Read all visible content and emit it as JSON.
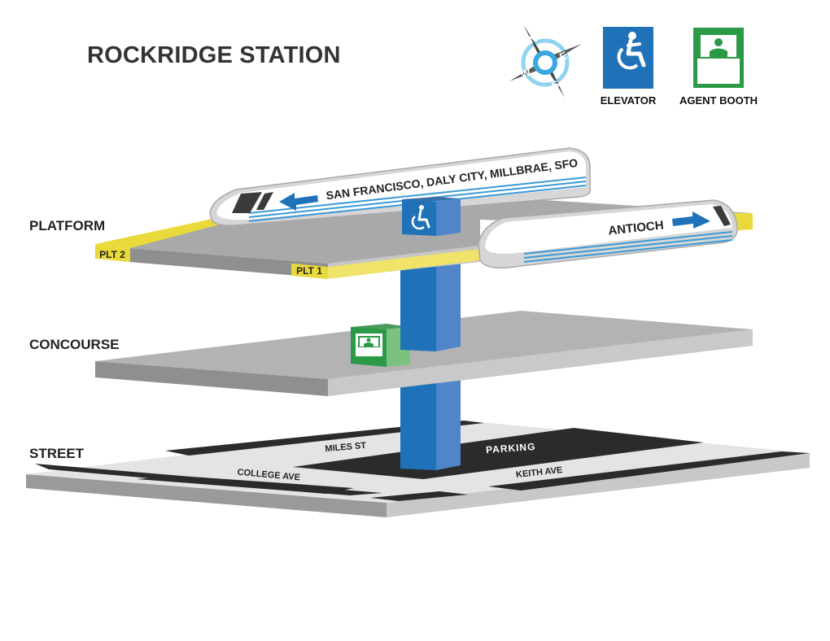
{
  "title": "ROCKRIDGE STATION",
  "compass": {
    "n": "N",
    "e": "E",
    "s": "S",
    "w": "W"
  },
  "legend": [
    {
      "icon": "elevator-icon",
      "label": "ELEVATOR",
      "color": "#1f72b8"
    },
    {
      "icon": "agent-booth-icon",
      "label": "AGENT BOOTH",
      "color": "#2a9a47"
    }
  ],
  "levels": {
    "platform": "PLATFORM",
    "concourse": "CONCOURSE",
    "street": "STREET"
  },
  "platforms": {
    "plt2": "PLT 2",
    "plt1": "PLT 1"
  },
  "trains": {
    "westbound": "SAN FRANCISCO, DALY CITY, MILLBRAE, SFO",
    "eastbound": "ANTIOCH"
  },
  "streets": {
    "miles": "MILES ST",
    "college": "COLLEGE AVE",
    "keith": "KEITH AVE",
    "parking": "PARKING"
  },
  "colors": {
    "platform_edge": "#e9d93a",
    "elevator": "#1f72b8",
    "agent_booth": "#2a9a47",
    "slab": "#b4b4b4",
    "road": "#2b2b2b",
    "stripe": "#3a9ad6"
  }
}
